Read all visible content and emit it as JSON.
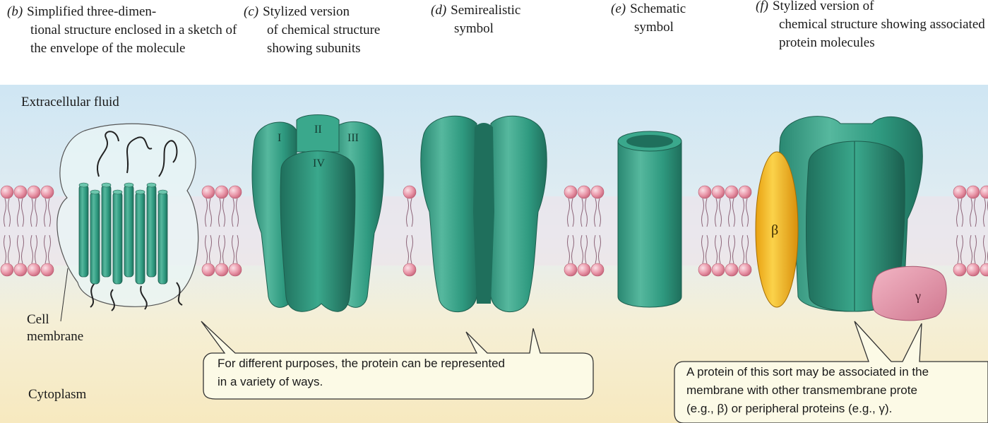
{
  "captions": {
    "b": {
      "tag": "(b)",
      "text": "Simplified three-dimen-",
      "rest": "tional structure enclosed in a sketch of the envelope of the molecule"
    },
    "c": {
      "tag": "(c)",
      "text": "Stylized version",
      "rest": "of chemical structure showing subunits"
    },
    "d": {
      "tag": "(d)",
      "text": "Semirealistic",
      "rest": "symbol"
    },
    "e": {
      "tag": "(e)",
      "text": "Schematic",
      "rest": "symbol"
    },
    "f": {
      "tag": "(f)",
      "text": "Stylized version of",
      "rest": "chemical structure showing associated protein molecules"
    }
  },
  "labels": {
    "extracellular": "Extracellular fluid",
    "cell_membrane_1": "Cell",
    "cell_membrane_2": "membrane",
    "cytoplasm": "Cytoplasm"
  },
  "subunits": {
    "s1": "I",
    "s2": "II",
    "s3": "III",
    "s4": "IV"
  },
  "associated": {
    "beta": "β",
    "gamma": "γ"
  },
  "callouts": {
    "left_1": "For different purposes, the protein can be represented",
    "left_2": "in a variety of ways.",
    "right_1": "A protein of this sort may be associated in the",
    "right_2": "membrane with other transmembrane prote",
    "right_3": "(e.g., β) or peripheral proteins (e.g., γ)."
  },
  "colors": {
    "extracellular": "#cfe6f3",
    "cytoplasm": "#f7ecc4",
    "lipid_head": "#e9a0ae",
    "protein": "#2f9a80",
    "beta": "#f2b820",
    "gamma": "#e08fa4"
  }
}
